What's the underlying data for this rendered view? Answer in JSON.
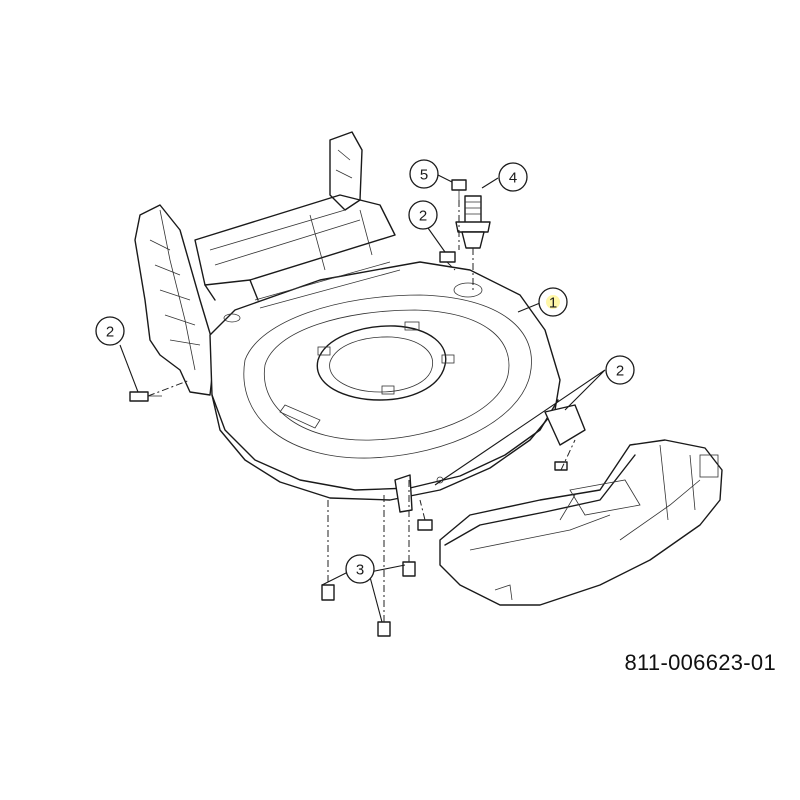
{
  "diagram": {
    "part_number": "811-006623-01",
    "callouts": [
      {
        "id": "callout-1",
        "label": "1",
        "highlight": true
      },
      {
        "id": "callout-2a",
        "label": "2"
      },
      {
        "id": "callout-2b",
        "label": "2"
      },
      {
        "id": "callout-2c",
        "label": "2"
      },
      {
        "id": "callout-3",
        "label": "3"
      },
      {
        "id": "callout-4",
        "label": "4"
      },
      {
        "id": "callout-5",
        "label": "5"
      }
    ],
    "colors": {
      "line": "#1a1a1a",
      "background": "#ffffff",
      "highlight": "#fff7a8"
    }
  }
}
